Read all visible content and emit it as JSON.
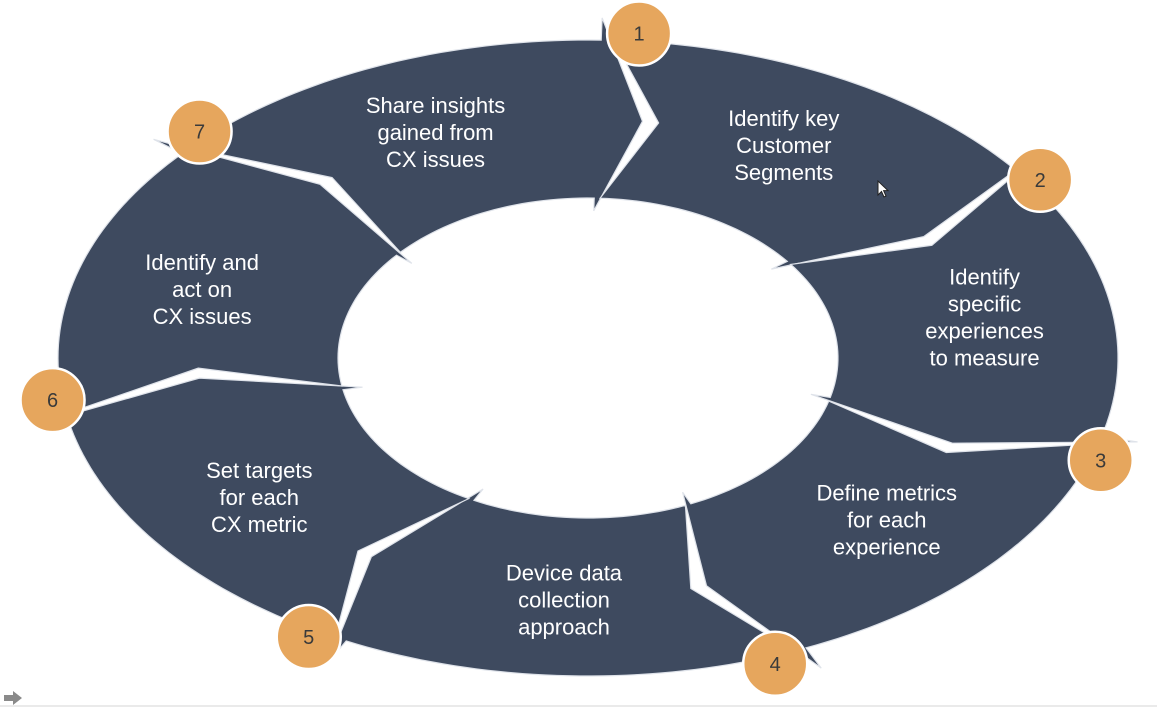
{
  "diagram": {
    "steps": [
      {
        "number": "1",
        "lines": [
          "Identify key",
          "Customer",
          "Segments"
        ]
      },
      {
        "number": "2",
        "lines": [
          "Identify",
          "specific",
          "experiences",
          "to measure"
        ]
      },
      {
        "number": "3",
        "lines": [
          "Define metrics",
          "for each",
          "experience"
        ]
      },
      {
        "number": "4",
        "lines": [
          "Device data",
          "collection",
          "approach"
        ]
      },
      {
        "number": "5",
        "lines": [
          "Set targets",
          "for each",
          "CX metric"
        ]
      },
      {
        "number": "6",
        "lines": [
          "Identify and",
          "act on",
          "CX issues"
        ]
      },
      {
        "number": "7",
        "lines": [
          "Share insights",
          "gained from",
          "CX issues"
        ]
      }
    ]
  },
  "colors": {
    "ring": "#3e4a5f",
    "badge": "#e6a65d",
    "label": "#ffffff"
  },
  "icons": {
    "cursor": "mouse-pointer-icon",
    "nav": "arrow-right-icon"
  }
}
